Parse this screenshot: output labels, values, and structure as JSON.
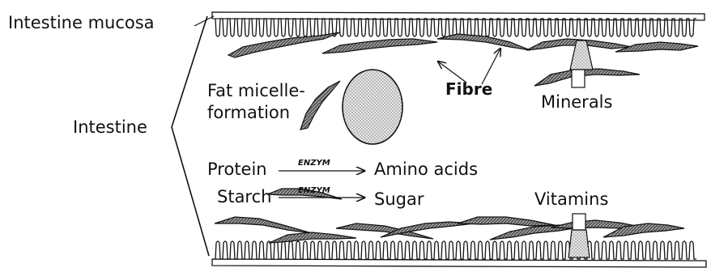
{
  "labels": {
    "mucosa": "Intestine mucosa",
    "intestine": "Intestine",
    "fat_line1": "Fat micelle-",
    "fat_line2": "formation",
    "fibre": "Fibre",
    "minerals": "Minerals",
    "protein": "Protein",
    "amino_acids": "Amino acids",
    "starch": "Starch",
    "sugar": "Sugar",
    "vitamins": "Vitamins",
    "enzyme_1": "ENZYM",
    "enzyme_2": "ENZYM"
  }
}
